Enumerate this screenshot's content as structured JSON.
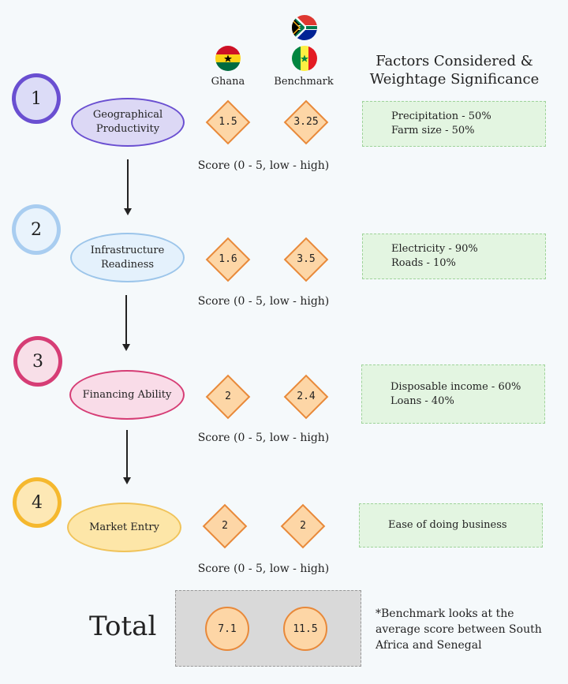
{
  "header": {
    "ghana_label": "Ghana",
    "benchmark_label": "Benchmark",
    "factors_title": "Factors Considered &\nWeightage Significance"
  },
  "score_label": "Score (0 - 5, low - high)",
  "stages": [
    {
      "number": "1",
      "name": "Geographical\nProductivity",
      "ghana_score": "1.5",
      "benchmark_score": "3.25",
      "factors": [
        "Precipitation - 50%",
        "Farm size - 50%"
      ]
    },
    {
      "number": "2",
      "name": "Infrastructure\nReadiness",
      "ghana_score": "1.6",
      "benchmark_score": "3.5",
      "factors": [
        "Electricity - 90%",
        "Roads - 10%"
      ]
    },
    {
      "number": "3",
      "name": "Financing Ability",
      "ghana_score": "2",
      "benchmark_score": "2.4",
      "factors": [
        "Disposable income - 60%",
        "Loans - 40%"
      ]
    },
    {
      "number": "4",
      "name": "Market Entry",
      "ghana_score": "2",
      "benchmark_score": "2",
      "factors": [
        "Ease of doing business"
      ]
    }
  ],
  "total": {
    "label": "Total",
    "ghana": "7.1",
    "benchmark": "11.5",
    "note": "*Benchmark looks at the average score between South Africa and Senegal"
  },
  "colors": {
    "stage1": "#6a4fd1",
    "stage2": "#a9cdf0",
    "stage3": "#d63d75",
    "stage4": "#f5b82e"
  }
}
